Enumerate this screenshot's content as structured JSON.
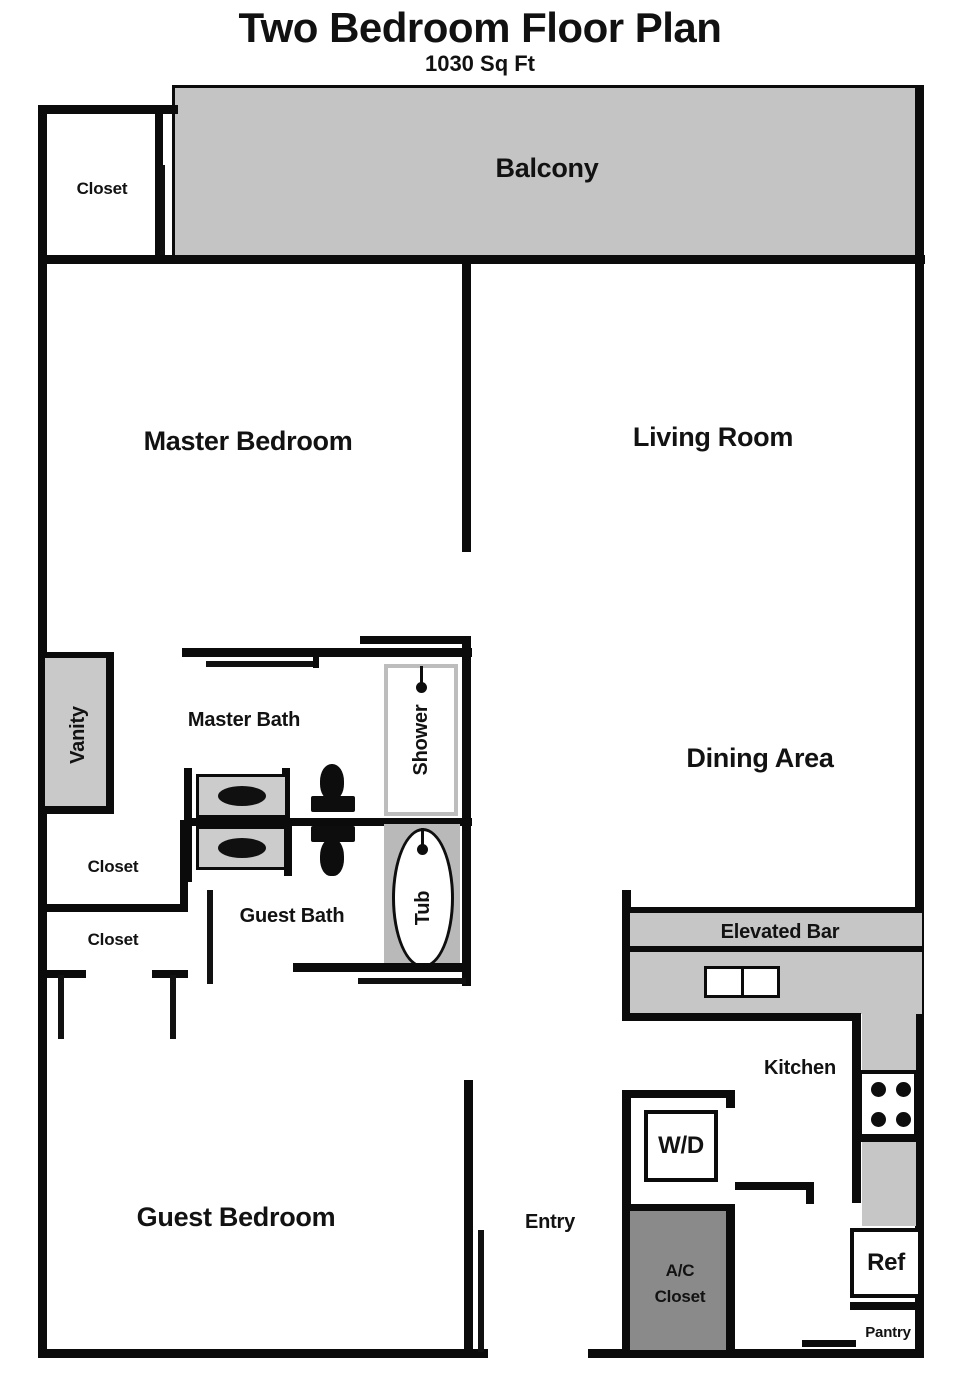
{
  "title": {
    "main": "Two Bedroom Floor Plan",
    "subtitle": "1030 Sq Ft"
  },
  "rooms": {
    "balcony": "Balcony",
    "master_closet": "Closet",
    "master_bedroom": "Master Bedroom",
    "living_room": "Living Room",
    "master_bath": "Master Bath",
    "guest_bath": "Guest Bath",
    "dining_area": "Dining Area",
    "guest_bedroom": "Guest Bedroom",
    "kitchen": "Kitchen",
    "entry": "Entry",
    "closet_upper": "Closet",
    "closet_lower": "Closet"
  },
  "fixtures": {
    "vanity": "Vanity",
    "shower": "Shower",
    "tub": "Tub",
    "elevated_bar": "Elevated Bar",
    "washer_dryer": "W/D",
    "ac_closet_line1": "A/C",
    "ac_closet_line2": "Closet",
    "refrigerator": "Ref",
    "pantry": "Pantry"
  },
  "colors": {
    "wall": "#0b0b0b",
    "balcony_fill": "#c4c4c4",
    "counter_fill": "#c6c6c6",
    "ac_closet_fill": "#8a8a8a",
    "background": "#ffffff",
    "text": "#121212"
  }
}
